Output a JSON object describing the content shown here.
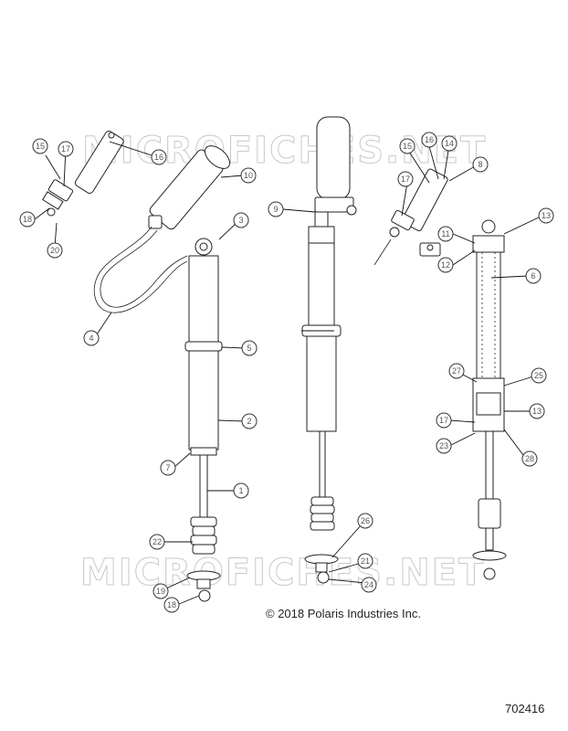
{
  "watermarks": [
    {
      "text": "MICROFICHES.NET"
    },
    {
      "text": "MICROFICHES.NET"
    }
  ],
  "copyright": "© 2018 Polaris Industries Inc.",
  "document_number": "702416",
  "callouts": [
    {
      "label": "15"
    },
    {
      "label": "17"
    },
    {
      "label": "16"
    },
    {
      "label": "18"
    },
    {
      "label": "20"
    },
    {
      "label": "10"
    },
    {
      "label": "3"
    },
    {
      "label": "4"
    },
    {
      "label": "5"
    },
    {
      "label": "2"
    },
    {
      "label": "7"
    },
    {
      "label": "1"
    },
    {
      "label": "22"
    },
    {
      "label": "19"
    },
    {
      "label": "18"
    },
    {
      "label": "9"
    },
    {
      "label": "26"
    },
    {
      "label": "21"
    },
    {
      "label": "24"
    },
    {
      "label": "15"
    },
    {
      "label": "16"
    },
    {
      "label": "14"
    },
    {
      "label": "8"
    },
    {
      "label": "17"
    },
    {
      "label": "11"
    },
    {
      "label": "12"
    },
    {
      "label": "13"
    },
    {
      "label": "6"
    },
    {
      "label": "27"
    },
    {
      "label": "25"
    },
    {
      "label": "13"
    },
    {
      "label": "17"
    },
    {
      "label": "23"
    },
    {
      "label": "28"
    }
  ]
}
